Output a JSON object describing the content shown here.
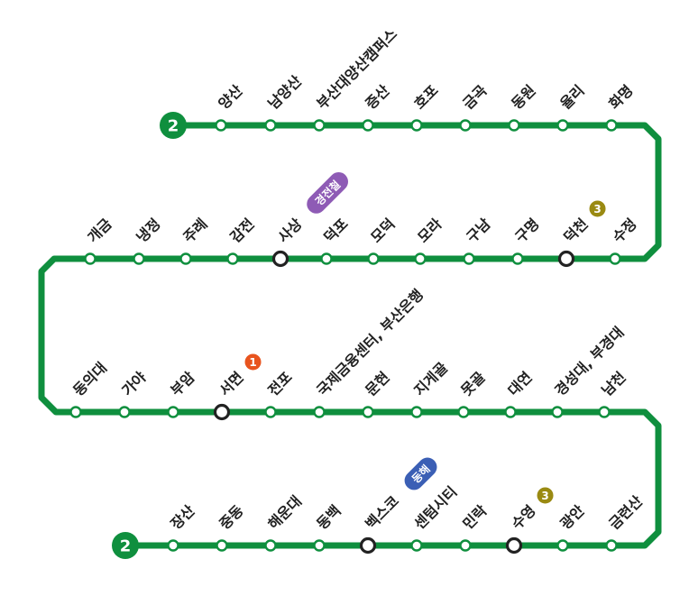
{
  "line": {
    "number": "2",
    "color": "#0f8f3e"
  },
  "stations": [
    {
      "name": "양산"
    },
    {
      "name": "남양산"
    },
    {
      "name": "부산대양산캠퍼스"
    },
    {
      "name": "증산"
    },
    {
      "name": "호포"
    },
    {
      "name": "금곡"
    },
    {
      "name": "동원"
    },
    {
      "name": "율리"
    },
    {
      "name": "화명"
    },
    {
      "name": "수정"
    },
    {
      "name": "덕천",
      "transfer": true,
      "badge": "3",
      "badge_color": "#9a8a12"
    },
    {
      "name": "구명"
    },
    {
      "name": "구남"
    },
    {
      "name": "모라"
    },
    {
      "name": "모덕"
    },
    {
      "name": "덕포"
    },
    {
      "name": "사상",
      "transfer": true,
      "badge": "경전철",
      "badge_color": "#8e5bb5"
    },
    {
      "name": "감전"
    },
    {
      "name": "주례"
    },
    {
      "name": "냉정"
    },
    {
      "name": "개금"
    },
    {
      "name": "동의대"
    },
    {
      "name": "가야"
    },
    {
      "name": "부암"
    },
    {
      "name": "서면",
      "transfer": true,
      "badge": "1",
      "badge_color": "#e8541e"
    },
    {
      "name": "전포"
    },
    {
      "name": "국제금융센터, 부산은행"
    },
    {
      "name": "문현"
    },
    {
      "name": "지게골"
    },
    {
      "name": "못골"
    },
    {
      "name": "대연"
    },
    {
      "name": "경성대, 부경대"
    },
    {
      "name": "남천"
    },
    {
      "name": "금련산"
    },
    {
      "name": "광안"
    },
    {
      "name": "수영",
      "transfer": true,
      "badge": "3",
      "badge_color": "#9a8a12"
    },
    {
      "name": "민락"
    },
    {
      "name": "센텀시티"
    },
    {
      "name": "벡스코",
      "transfer": true,
      "badge": "동해",
      "badge_color": "#3b5fb5"
    },
    {
      "name": "동백"
    },
    {
      "name": "해운대"
    },
    {
      "name": "중동"
    },
    {
      "name": "장산"
    }
  ]
}
